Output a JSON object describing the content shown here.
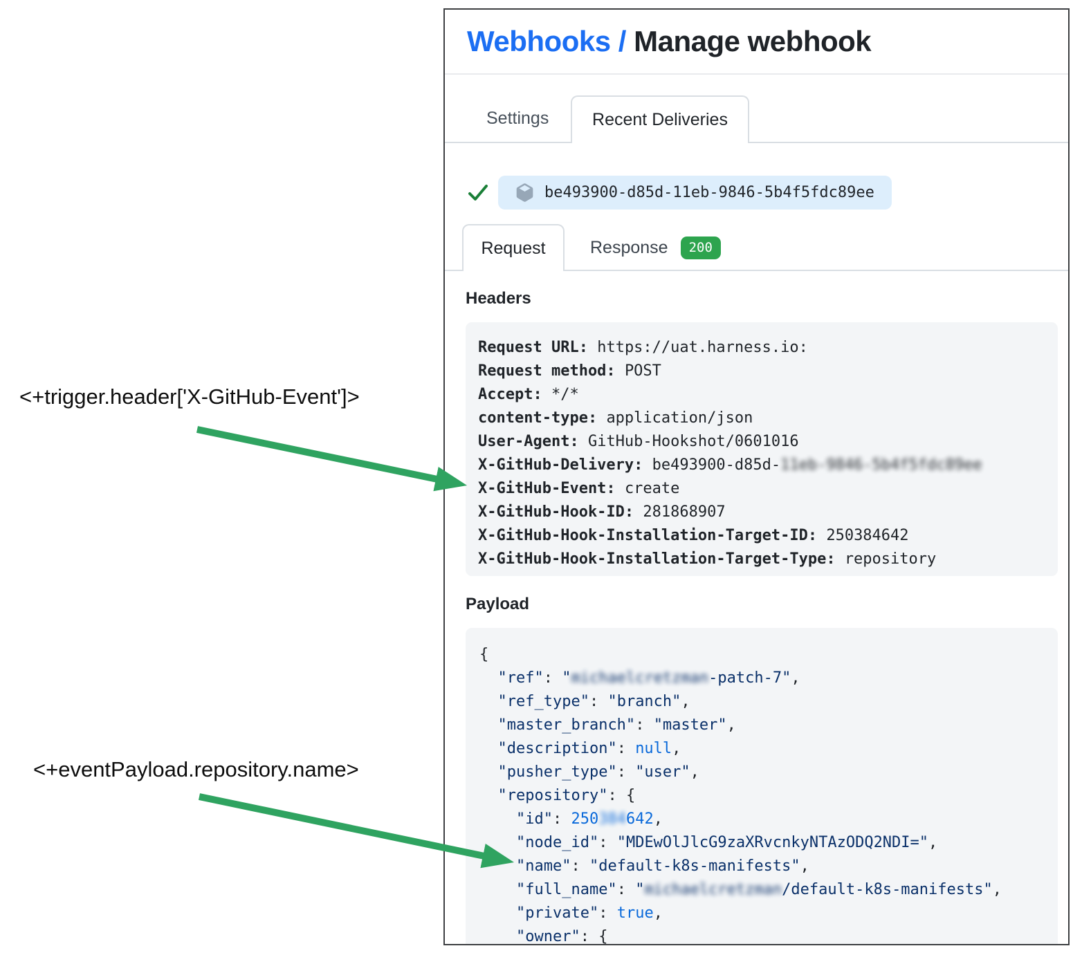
{
  "colors": {
    "link_blue": "#1b6ef3",
    "arrow_green": "#2fa360",
    "badge_green": "#2da44e",
    "check_green": "#1a7f37",
    "json_navy": "#0a3069",
    "json_blue": "#0969da",
    "box_bg": "#f3f5f7",
    "pill_bg": "#ddeefc"
  },
  "header": {
    "breadcrumb_link": "Webhooks /",
    "title": "Manage webhook"
  },
  "tabs": {
    "settings": "Settings",
    "recent_deliveries": "Recent Deliveries"
  },
  "delivery": {
    "id": "be493900-d85d-11eb-9846-5b4f5fdc89ee",
    "status_icon": "check-icon",
    "id_icon": "package-icon"
  },
  "subtabs": {
    "request": "Request",
    "response": "Response",
    "response_status": "200"
  },
  "headers_section": {
    "title": "Headers",
    "rows": [
      {
        "k": "Request URL:",
        "v": "https://uat.harness.io:"
      },
      {
        "k": "Request method:",
        "v": "POST"
      },
      {
        "k": "Accept:",
        "v": "*/*"
      },
      {
        "k": "content-type:",
        "v": "application/json"
      },
      {
        "k": "User-Agent:",
        "v": "GitHub-Hookshot/0601016"
      },
      {
        "k": "X-GitHub-Delivery:",
        "v": "be493900-d85d-",
        "blur": "11eb-9846-5b4f5fdc89ee"
      },
      {
        "k": "X-GitHub-Event:",
        "v": "create"
      },
      {
        "k": "X-GitHub-Hook-ID:",
        "v": "281868907"
      },
      {
        "k": "X-GitHub-Hook-Installation-Target-ID:",
        "v": "250384642"
      },
      {
        "k": "X-GitHub-Hook-Installation-Target-Type:",
        "v": "repository"
      }
    ]
  },
  "payload_section": {
    "title": "Payload",
    "lines": [
      [
        [
          "p",
          "{"
        ]
      ],
      [
        [
          "p",
          "  "
        ],
        [
          "k",
          "\"ref\""
        ],
        [
          "p",
          ": "
        ],
        [
          "s",
          "\""
        ],
        [
          "bs",
          "michaelcretzman"
        ],
        [
          "s",
          "-patch-7\""
        ],
        [
          "p",
          ","
        ]
      ],
      [
        [
          "p",
          "  "
        ],
        [
          "k",
          "\"ref_type\""
        ],
        [
          "p",
          ": "
        ],
        [
          "s",
          "\"branch\""
        ],
        [
          "p",
          ","
        ]
      ],
      [
        [
          "p",
          "  "
        ],
        [
          "k",
          "\"master_branch\""
        ],
        [
          "p",
          ": "
        ],
        [
          "s",
          "\"master\""
        ],
        [
          "p",
          ","
        ]
      ],
      [
        [
          "p",
          "  "
        ],
        [
          "k",
          "\"description\""
        ],
        [
          "p",
          ": "
        ],
        [
          "l",
          "null"
        ],
        [
          "p",
          ","
        ]
      ],
      [
        [
          "p",
          "  "
        ],
        [
          "k",
          "\"pusher_type\""
        ],
        [
          "p",
          ": "
        ],
        [
          "s",
          "\"user\""
        ],
        [
          "p",
          ","
        ]
      ],
      [
        [
          "p",
          "  "
        ],
        [
          "k",
          "\"repository\""
        ],
        [
          "p",
          ": "
        ],
        [
          "p",
          "{"
        ]
      ],
      [
        [
          "p",
          "    "
        ],
        [
          "k",
          "\"id\""
        ],
        [
          "p",
          ": "
        ],
        [
          "n",
          "250"
        ],
        [
          "bn",
          "384"
        ],
        [
          "n",
          "642"
        ],
        [
          "p",
          ","
        ]
      ],
      [
        [
          "p",
          "    "
        ],
        [
          "k",
          "\"node_id\""
        ],
        [
          "p",
          ": "
        ],
        [
          "s",
          "\"MDEwOlJlcG9zaXRvcnkyNTAzODQ2NDI=\""
        ],
        [
          "p",
          ","
        ]
      ],
      [
        [
          "p",
          "    "
        ],
        [
          "k",
          "\"name\""
        ],
        [
          "p",
          ": "
        ],
        [
          "s",
          "\"default-k8s-manifests\""
        ],
        [
          "p",
          ","
        ]
      ],
      [
        [
          "p",
          "    "
        ],
        [
          "k",
          "\"full_name\""
        ],
        [
          "p",
          ": "
        ],
        [
          "s",
          "\""
        ],
        [
          "bs",
          "michaelcretzman"
        ],
        [
          "s",
          "/default-k8s-manifests\""
        ],
        [
          "p",
          ","
        ]
      ],
      [
        [
          "p",
          "    "
        ],
        [
          "k",
          "\"private\""
        ],
        [
          "p",
          ": "
        ],
        [
          "l",
          "true"
        ],
        [
          "p",
          ","
        ]
      ],
      [
        [
          "p",
          "    "
        ],
        [
          "k",
          "\"owner\""
        ],
        [
          "p",
          ": "
        ],
        [
          "p",
          "{"
        ]
      ]
    ]
  },
  "annotations": {
    "trigger_header": "<+trigger.header['X-GitHub-Event']>",
    "event_payload": "<+eventPayload.repository.name>"
  }
}
